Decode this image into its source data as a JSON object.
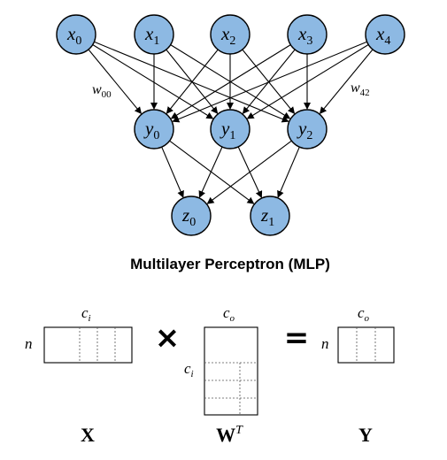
{
  "diagram": {
    "title": "Multilayer Perceptron (MLP)",
    "node_fill": "#8db9e3",
    "input_nodes": [
      {
        "base": "x",
        "sub": "0"
      },
      {
        "base": "x",
        "sub": "1"
      },
      {
        "base": "x",
        "sub": "2"
      },
      {
        "base": "x",
        "sub": "3"
      },
      {
        "base": "x",
        "sub": "4"
      }
    ],
    "hidden_nodes": [
      {
        "base": "y",
        "sub": "0"
      },
      {
        "base": "y",
        "sub": "1"
      },
      {
        "base": "y",
        "sub": "2"
      }
    ],
    "output_nodes": [
      {
        "base": "z",
        "sub": "0"
      },
      {
        "base": "z",
        "sub": "1"
      }
    ],
    "weight_labels": [
      {
        "base": "w",
        "sub": "00"
      },
      {
        "base": "w",
        "sub": "42"
      }
    ]
  },
  "equation": {
    "X": {
      "name": "X",
      "top_base": "c",
      "top_sub": "i",
      "left": "n"
    },
    "times_symbol": "×",
    "W": {
      "name": "W",
      "sup": "T",
      "top_base": "c",
      "top_sub": "o",
      "left_base": "c",
      "left_sub": "i"
    },
    "equals_symbol": "=",
    "Y": {
      "name": "Y",
      "top_base": "c",
      "top_sub": "o",
      "left": "n"
    }
  }
}
